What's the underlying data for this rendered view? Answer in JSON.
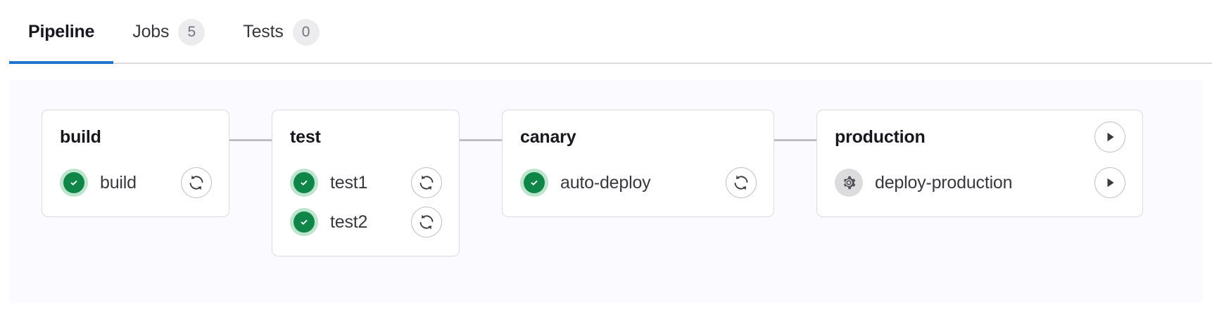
{
  "tabs": [
    {
      "label": "Pipeline",
      "badge": null,
      "active": true,
      "name": "tab-pipeline"
    },
    {
      "label": "Jobs",
      "badge": "5",
      "active": false,
      "name": "tab-jobs"
    },
    {
      "label": "Tests",
      "badge": "0",
      "active": false,
      "name": "tab-tests"
    }
  ],
  "colors": {
    "active_tab_underline": "#1f75cb",
    "success_green": "#108548",
    "success_halo": "#bde5cd",
    "manual_grey": "#737278",
    "manual_halo": "#dcdcde",
    "canvas_background": "#fafaff",
    "card_border": "#dcdcde",
    "connector": "#bfbfc3"
  },
  "pipeline": {
    "stages": [
      {
        "title": "build",
        "header_action": null,
        "jobs": [
          {
            "name": "build",
            "status": "success",
            "status_icon": "check-circle-icon",
            "action": "retry-icon"
          }
        ]
      },
      {
        "title": "test",
        "header_action": null,
        "jobs": [
          {
            "name": "test1",
            "status": "success",
            "status_icon": "check-circle-icon",
            "action": "retry-icon"
          },
          {
            "name": "test2",
            "status": "success",
            "status_icon": "check-circle-icon",
            "action": "retry-icon"
          }
        ]
      },
      {
        "title": "canary",
        "header_action": null,
        "jobs": [
          {
            "name": "auto-deploy",
            "status": "success",
            "status_icon": "check-circle-icon",
            "action": "retry-icon"
          }
        ]
      },
      {
        "title": "production",
        "header_action": "play-icon",
        "jobs": [
          {
            "name": "deploy-production",
            "status": "manual",
            "status_icon": "gear-icon",
            "action": "play-icon"
          }
        ]
      }
    ]
  }
}
